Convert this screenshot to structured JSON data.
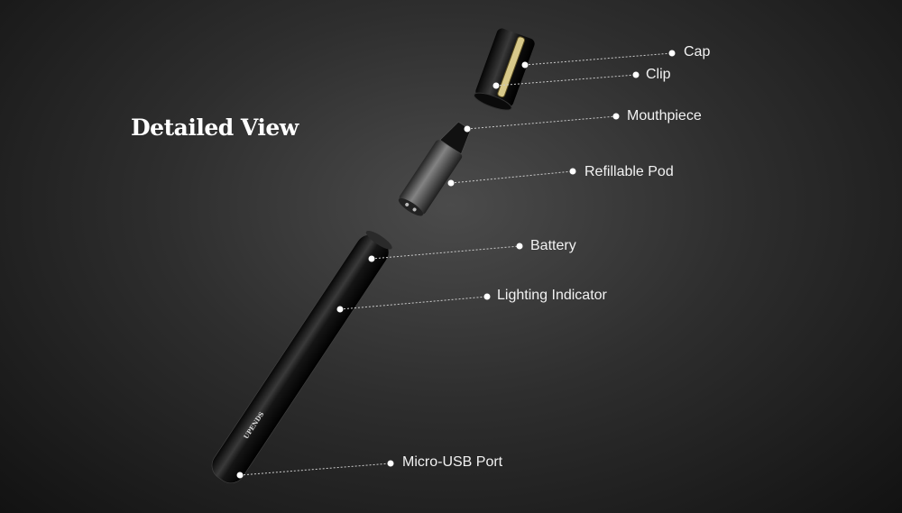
{
  "title": "Detailed View",
  "brand": "UPENDS",
  "labels": {
    "cap": "Cap",
    "clip": "Clip",
    "mouthpiece": "Mouthpiece",
    "pod": "Refillable Pod",
    "battery": "Battery",
    "indicator": "Lighting Indicator",
    "usb": "Micro-USB Port"
  }
}
